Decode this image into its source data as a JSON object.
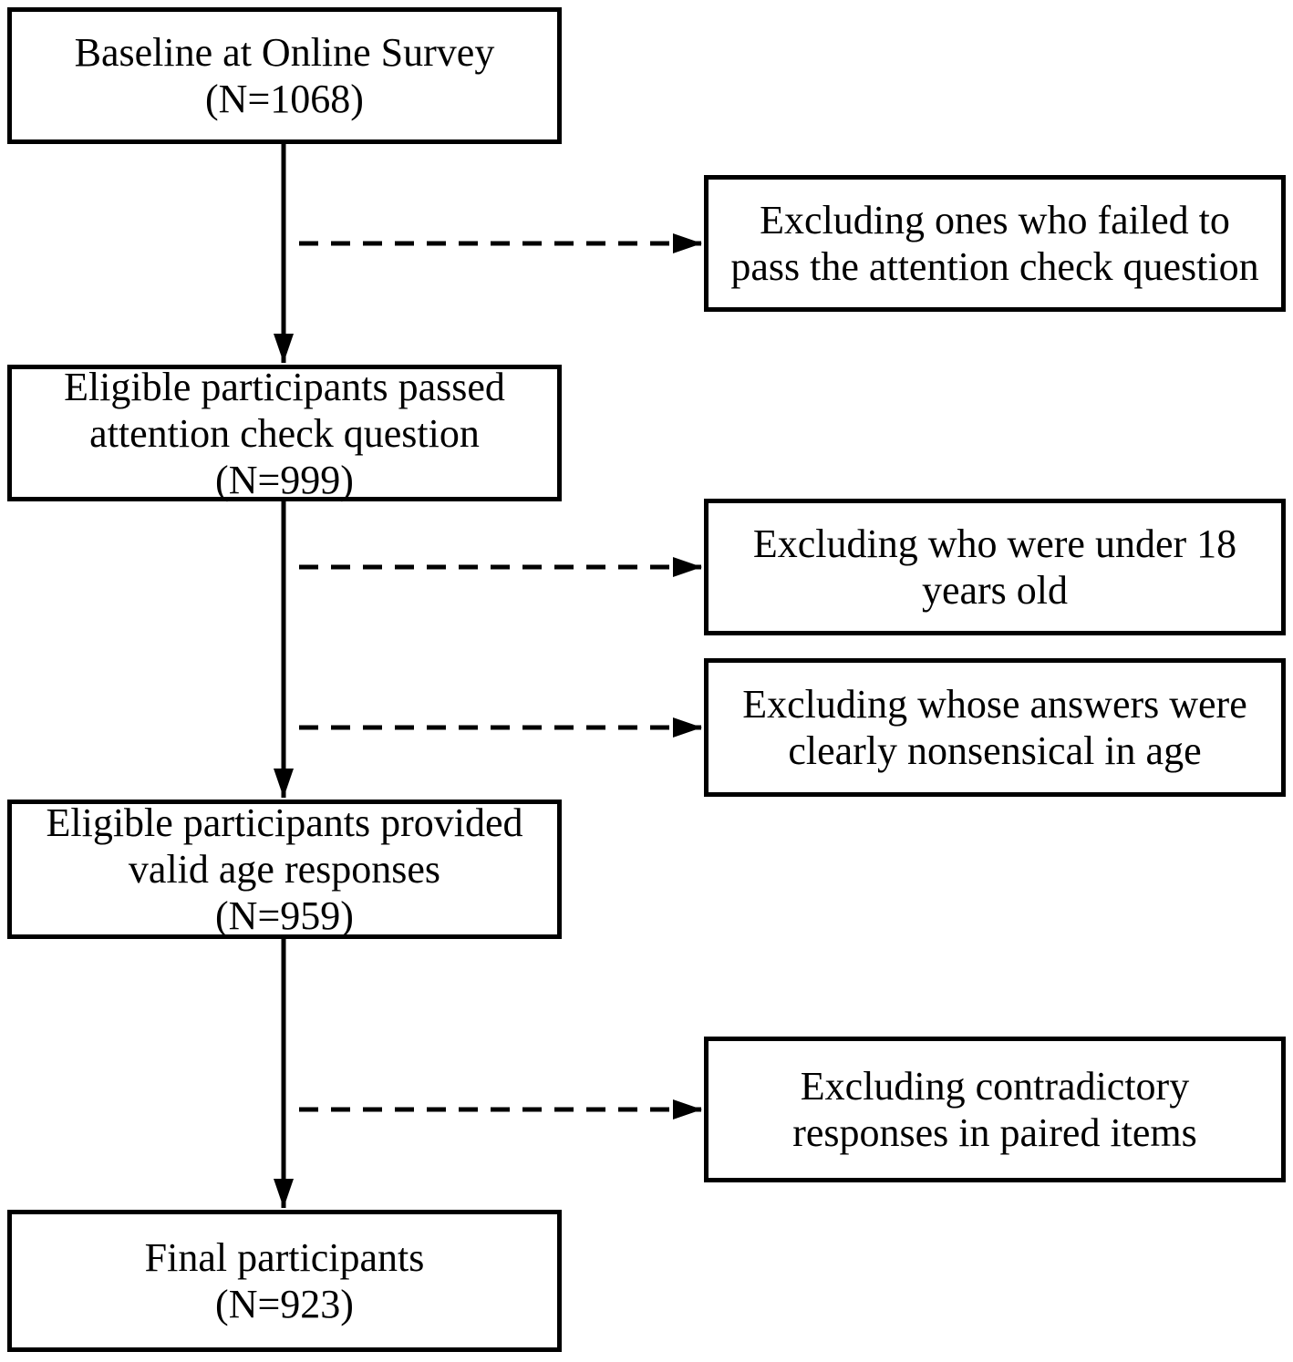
{
  "page": {
    "background_color": "#ffffff",
    "line_color": "#000000",
    "text_color": "#000000"
  },
  "diagram": {
    "type": "participant-flowchart",
    "flow_boxes": [
      {
        "id": "baseline",
        "lines": [
          "Baseline at Online Survey",
          "(N=1068)"
        ],
        "n": 1068
      },
      {
        "id": "attention-check",
        "lines": [
          "Eligible participants passed",
          "attention check question",
          "(N=999)"
        ],
        "n": 999
      },
      {
        "id": "valid-age",
        "lines": [
          "Eligible participants provided",
          "valid age responses",
          "(N=959)"
        ],
        "n": 959
      },
      {
        "id": "final",
        "lines": [
          "Final participants",
          "(N=923)"
        ],
        "n": 923
      }
    ],
    "exclusion_boxes": [
      {
        "id": "failed-attention-check",
        "lines": [
          "Excluding ones who failed to",
          "pass the attention check question"
        ]
      },
      {
        "id": "under-18",
        "lines": [
          "Excluding who were under 18",
          "years old"
        ]
      },
      {
        "id": "nonsensical-age",
        "lines": [
          "Excluding whose answers were",
          "clearly nonsensical in age"
        ]
      },
      {
        "id": "contradictory-paired",
        "lines": [
          "Excluding contradictory",
          "responses in paired items"
        ]
      }
    ]
  }
}
